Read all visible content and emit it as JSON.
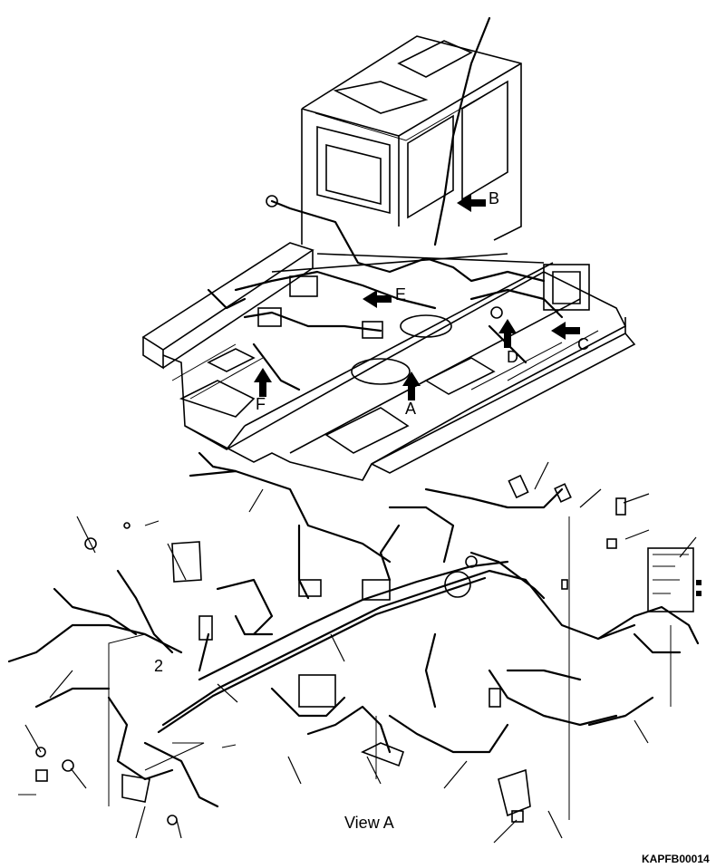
{
  "callouts": {
    "a": "A",
    "b": "B",
    "c": "C",
    "d": "D",
    "e": "E",
    "f": "F",
    "item_2": "2"
  },
  "caption": "View A",
  "part_number": "KAPFB00014"
}
